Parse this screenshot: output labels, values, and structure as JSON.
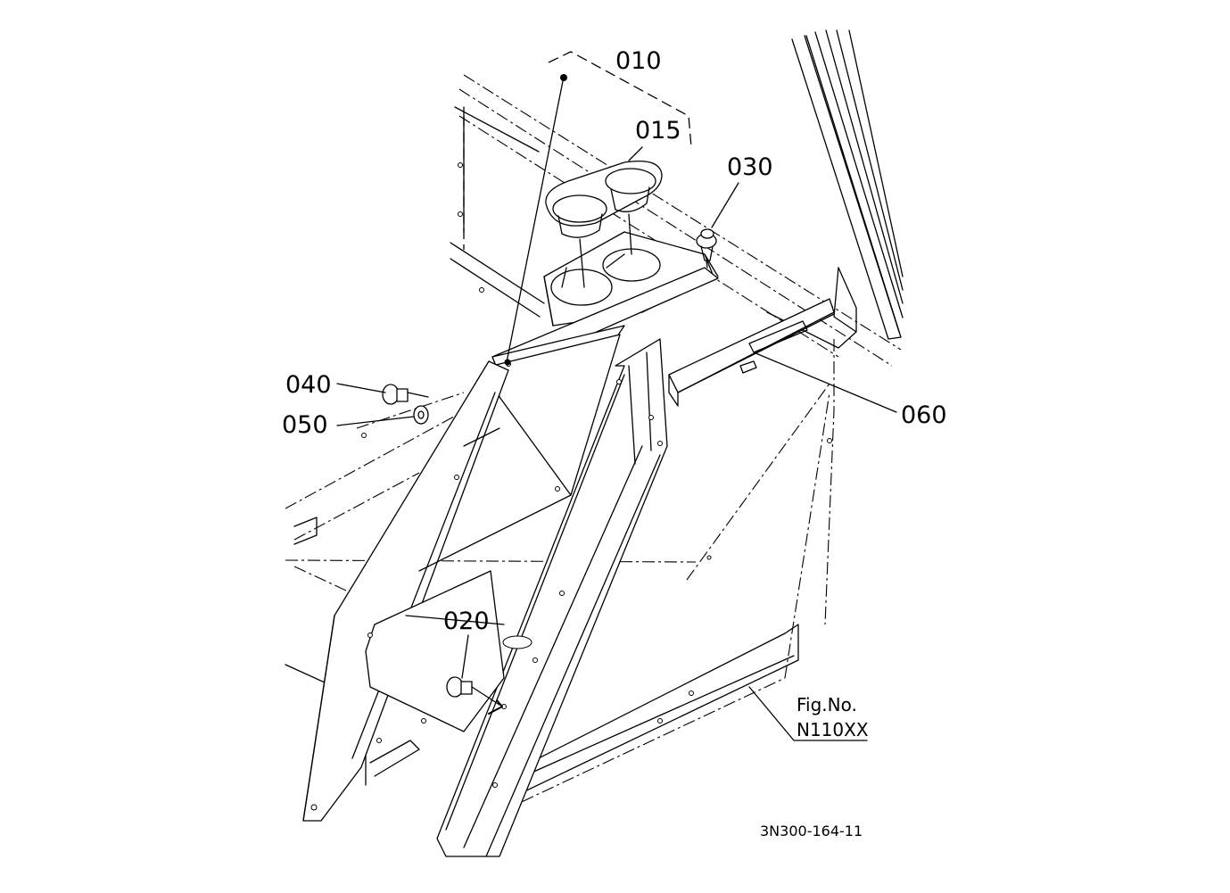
{
  "callouts": {
    "c010": "010",
    "c015": "015",
    "c030": "030",
    "c040": "040",
    "c050": "050",
    "c060": "060",
    "c020": "020"
  },
  "figure": {
    "fig_label": "Fig.No.",
    "fig_number": "N110XX",
    "drawing_code": "3N300-164-11"
  }
}
